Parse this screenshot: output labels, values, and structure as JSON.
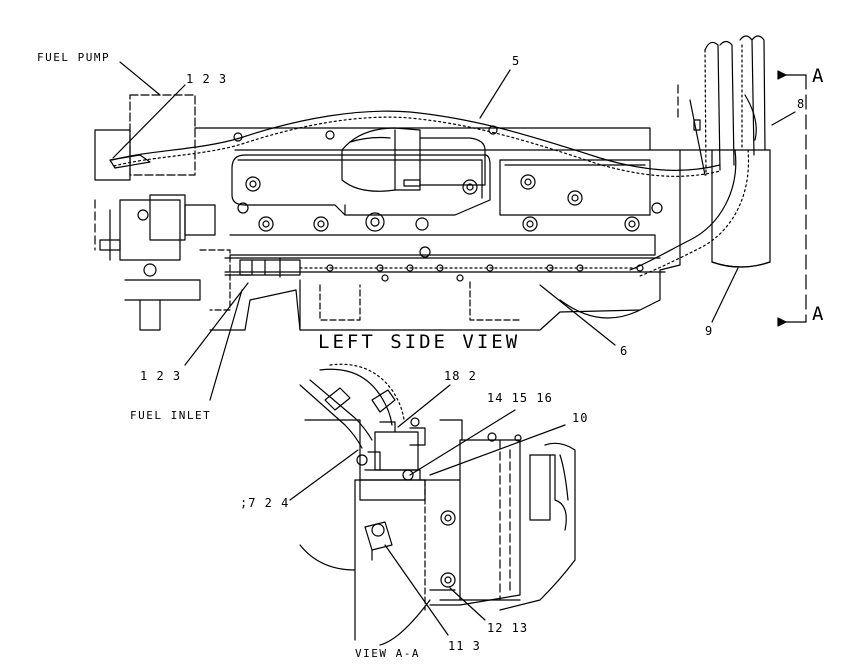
{
  "colors": {
    "line": "#000000",
    "background": "#ffffff"
  },
  "labels": {
    "fuel_pump": "FUEL PUMP",
    "fuel_inlet": "FUEL INLET",
    "left_side_view": "LEFT SIDE VIEW",
    "view_aa": "VIEW A-A",
    "section_a_top": "A",
    "section_a_bottom": "A"
  },
  "callouts": {
    "top_123": "1 2 3",
    "c5": "5",
    "c8": "8",
    "c9": "9",
    "c6": "6",
    "bottom_123": "1 2 3",
    "c182": "18 2",
    "c141516": "14 15 16",
    "c10": "10",
    "c724": ";7 2 4",
    "c1213": "12 13",
    "c113": "11 3"
  }
}
